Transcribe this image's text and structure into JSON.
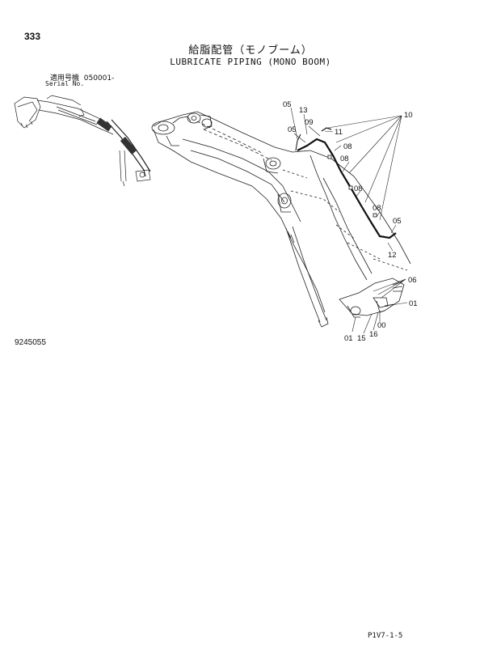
{
  "page_number": "333",
  "title_jp": "給脂配管（モノブーム）",
  "title_en": "LUBRICATE PIPING (MONO BOOM)",
  "serial_label_jp": "適用号機",
  "serial_value": "050001-",
  "serial_label_en": "Serial No.",
  "drawing_number": "9245055",
  "footer_code": "P1V7-1-5",
  "callouts": {
    "c05a": "05",
    "c13": "13",
    "c05b": "05",
    "c09": "09",
    "c11": "11",
    "c08a": "08",
    "c08b": "08",
    "c08c": "08",
    "c08d": "08",
    "c10": "10",
    "c05c": "05",
    "c12": "12",
    "c06": "06",
    "c01a": "01",
    "c00": "00",
    "c01b": "01",
    "c15": "15",
    "c16": "16"
  }
}
